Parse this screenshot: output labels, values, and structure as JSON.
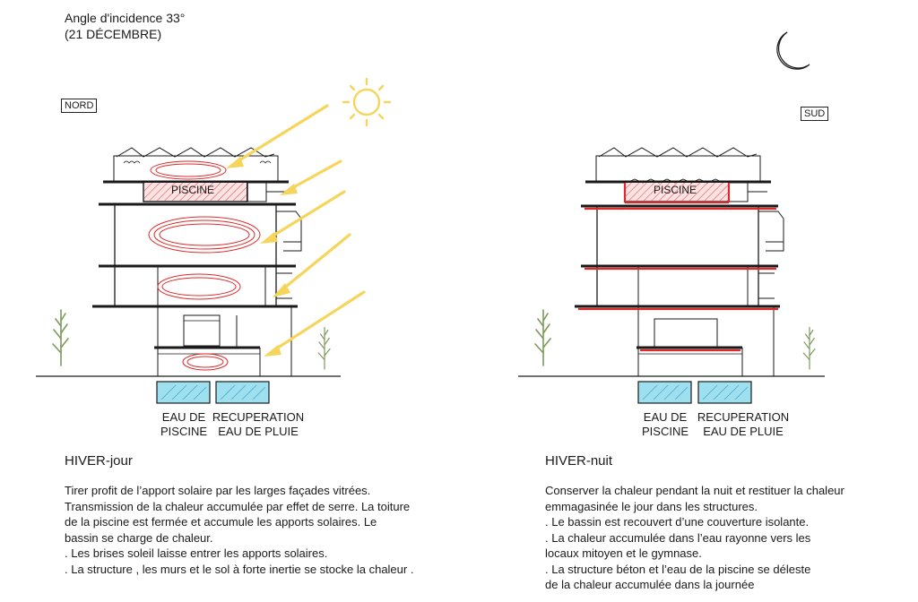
{
  "header": {
    "angle": "Angle d'incidence 33°",
    "date": "(21 DÉCEMBRE)"
  },
  "labels": {
    "north": "NORD",
    "south": "SUD",
    "pool": "PISCINE",
    "pool_water_1": "EAU DE",
    "pool_water_2": "PISCINE",
    "rain_1": "RECUPERATION",
    "rain_2": "EAU DE PLUIE"
  },
  "day": {
    "title": "HIVER-jour",
    "lines": [
      "Tirer profit de l’apport solaire par les larges façades vitrées.",
      "Transmission de la chaleur accumulée par effet de serre. La toiture",
      "de la piscine est fermée et accumule les apports solaires. Le",
      "bassin se charge de chaleur.",
      ". Les brises soleil laisse entrer les apports solaires.",
      ". La structure , les murs et le sol à forte inertie se stocke la chaleur ."
    ]
  },
  "night": {
    "title": "HIVER-nuit",
    "lines": [
      "Conserver la chaleur pendant la nuit et restituer la chaleur",
      "emmagasinée le jour dans les structures.",
      ". Le bassin est recouvert d’une couverture isolante.",
      ". La chaleur accumulée dans l’eau rayonne vers les",
      "locaux mitoyen et le gymnase.",
      ". La structure béton et l’eau de la piscine se déleste",
      "de la chaleur accumulée dans la journée"
    ]
  },
  "colors": {
    "sun": "#f6d55c",
    "heat": "#e02a2a",
    "water": "#9fe0f0",
    "line": "#1a1a1a",
    "tree": "#7c9a5c"
  }
}
